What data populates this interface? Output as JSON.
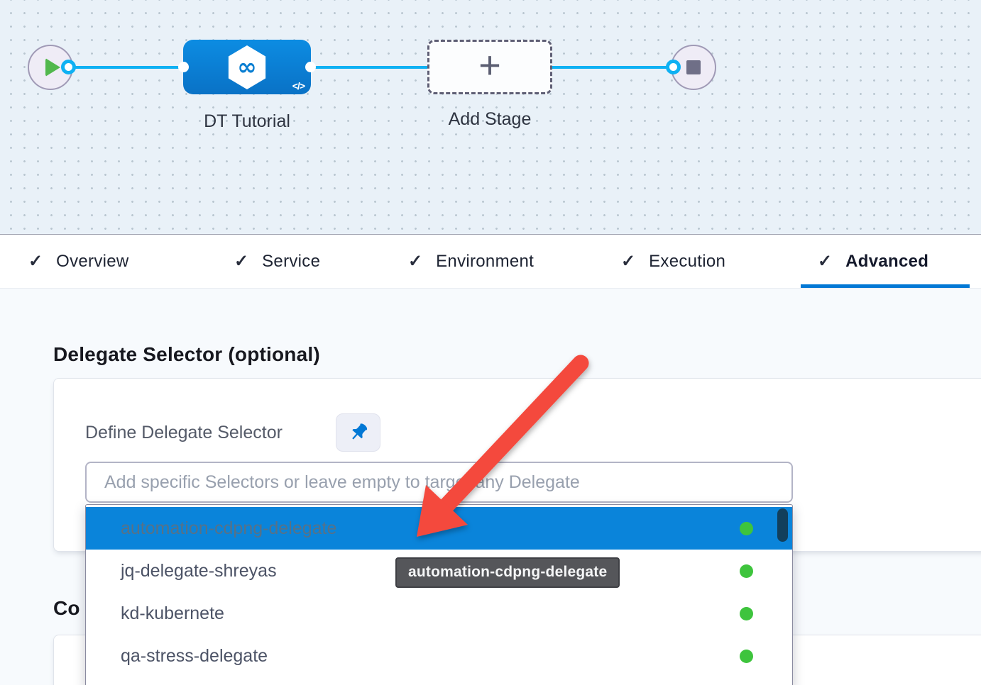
{
  "canvas": {
    "stage_label": "DT Tutorial",
    "add_stage_label": "Add Stage",
    "plus_glyph": "+",
    "code_glyph": "</>",
    "infinity_glyph": "∞"
  },
  "tabs": {
    "check_glyph": "✓",
    "items": [
      {
        "label": "Overview",
        "checked": true
      },
      {
        "label": "Service",
        "checked": true
      },
      {
        "label": "Environment",
        "checked": true
      },
      {
        "label": "Execution",
        "checked": true
      },
      {
        "label": "Advanced",
        "checked": true
      }
    ],
    "active_tab": "Advanced"
  },
  "advanced_tab": {
    "section_title": "Delegate Selector (optional)",
    "define_label": "Define Delegate Selector",
    "selector_placeholder": "Add specific Selectors or leave empty to target any Delegate",
    "partial_section_title": "Co",
    "dropdown_items": [
      {
        "label": "automation-cdpng-delegate",
        "selected": true,
        "status": "connected"
      },
      {
        "label": "jq-delegate-shreyas",
        "selected": false,
        "status": "connected"
      },
      {
        "label": "kd-kubernete",
        "selected": false,
        "status": "connected"
      },
      {
        "label": "qa-stress-delegate",
        "selected": false,
        "status": "connected"
      }
    ],
    "tooltip_text": "automation-cdpng-delegate"
  },
  "colors": {
    "primary_blue": "#0278d5",
    "connector_blue": "#0fb1f3",
    "stage_blue": "#0b80d4",
    "selected_row_blue": "#0a84da",
    "status_green": "#3ec43d",
    "arrow_red": "#f4483d",
    "canvas_bg": "#e9f1f8",
    "page_bg": "#f7fafd"
  }
}
